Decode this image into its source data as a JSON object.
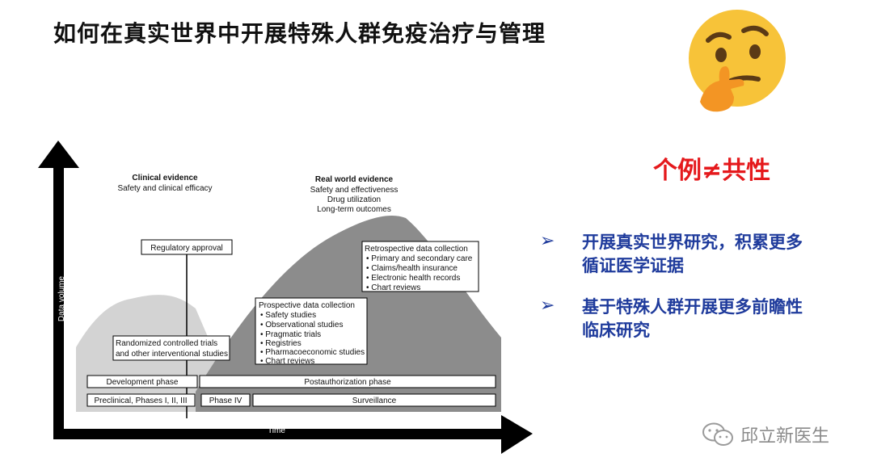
{
  "slide": {
    "title": "如何在真实世界中开展特殊人群免疫治疗与管理",
    "callout": "个例≠共性",
    "bullets": [
      {
        "marker": "➢",
        "text": "开展真实世界研究，积累更多\n循证医学证据"
      },
      {
        "marker": "➢",
        "text": "基于特殊人群开展更多前瞻性\n临床研究"
      }
    ],
    "emoji_icon": "thinking-face-icon",
    "watermark": "邱立新医生",
    "colors": {
      "title": "#111111",
      "callout": "#e5191c",
      "bullets": "#1f3b9c",
      "curve_light": "#d3d3d3",
      "curve_dark": "#8c8c8c"
    }
  },
  "diagram": {
    "y_axis_label": "Data volume",
    "x_axis_label": "Time",
    "clinical": {
      "heading": "Clinical evidence",
      "sub": "Safety and clinical efficacy"
    },
    "real_world": {
      "heading": "Real world evidence",
      "lines": [
        "Safety and effectiveness",
        "Drug utilization",
        "Long-term outcomes"
      ]
    },
    "regulatory_approval": "Regulatory approval",
    "rct_box": [
      "Randomized controlled trials",
      "and other interventional studies"
    ],
    "retrospective": {
      "title": "Retrospective data collection",
      "items": [
        "• Primary and secondary care",
        "• Claims/health insurance",
        "• Electronic health records",
        "• Chart reviews"
      ]
    },
    "prospective": {
      "title": "Prospective data collection",
      "items": [
        "• Safety studies",
        "• Observational studies",
        "• Pragmatic trials",
        "• Registries",
        "• Pharmacoeconomic studies",
        "• Chart reviews"
      ]
    },
    "phases": {
      "development": "Development phase",
      "postauthorization": "Postauthorization phase",
      "preclinical": "Preclinical, Phases I, II, III",
      "phase4": "Phase IV",
      "surveillance": "Surveillance"
    }
  }
}
